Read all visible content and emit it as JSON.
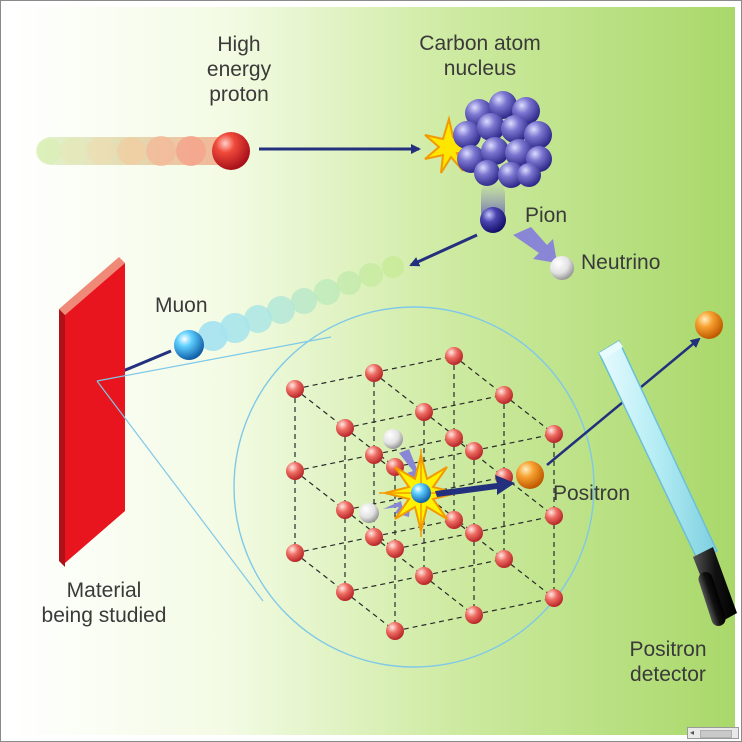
{
  "labels": {
    "proton": "High\nenergy\nproton",
    "nucleus": "Carbon atom\nnucleus",
    "pion": "Pion",
    "neutrino": "Neutrino",
    "muon": "Muon",
    "positron": "Positron",
    "material": "Material\nbeing studied",
    "detector": "Positron\ndetector"
  },
  "colors": {
    "proton": "#e0252a",
    "nucleus": "#6a64c4",
    "pion": "#3d3aa0",
    "neutrino": "#e8e8e8",
    "muon": "#3fb8f0",
    "positron": "#f08a1e",
    "lattice_atom": "#ec6a62",
    "arrow": "#23307e",
    "material": "#e8141e"
  }
}
